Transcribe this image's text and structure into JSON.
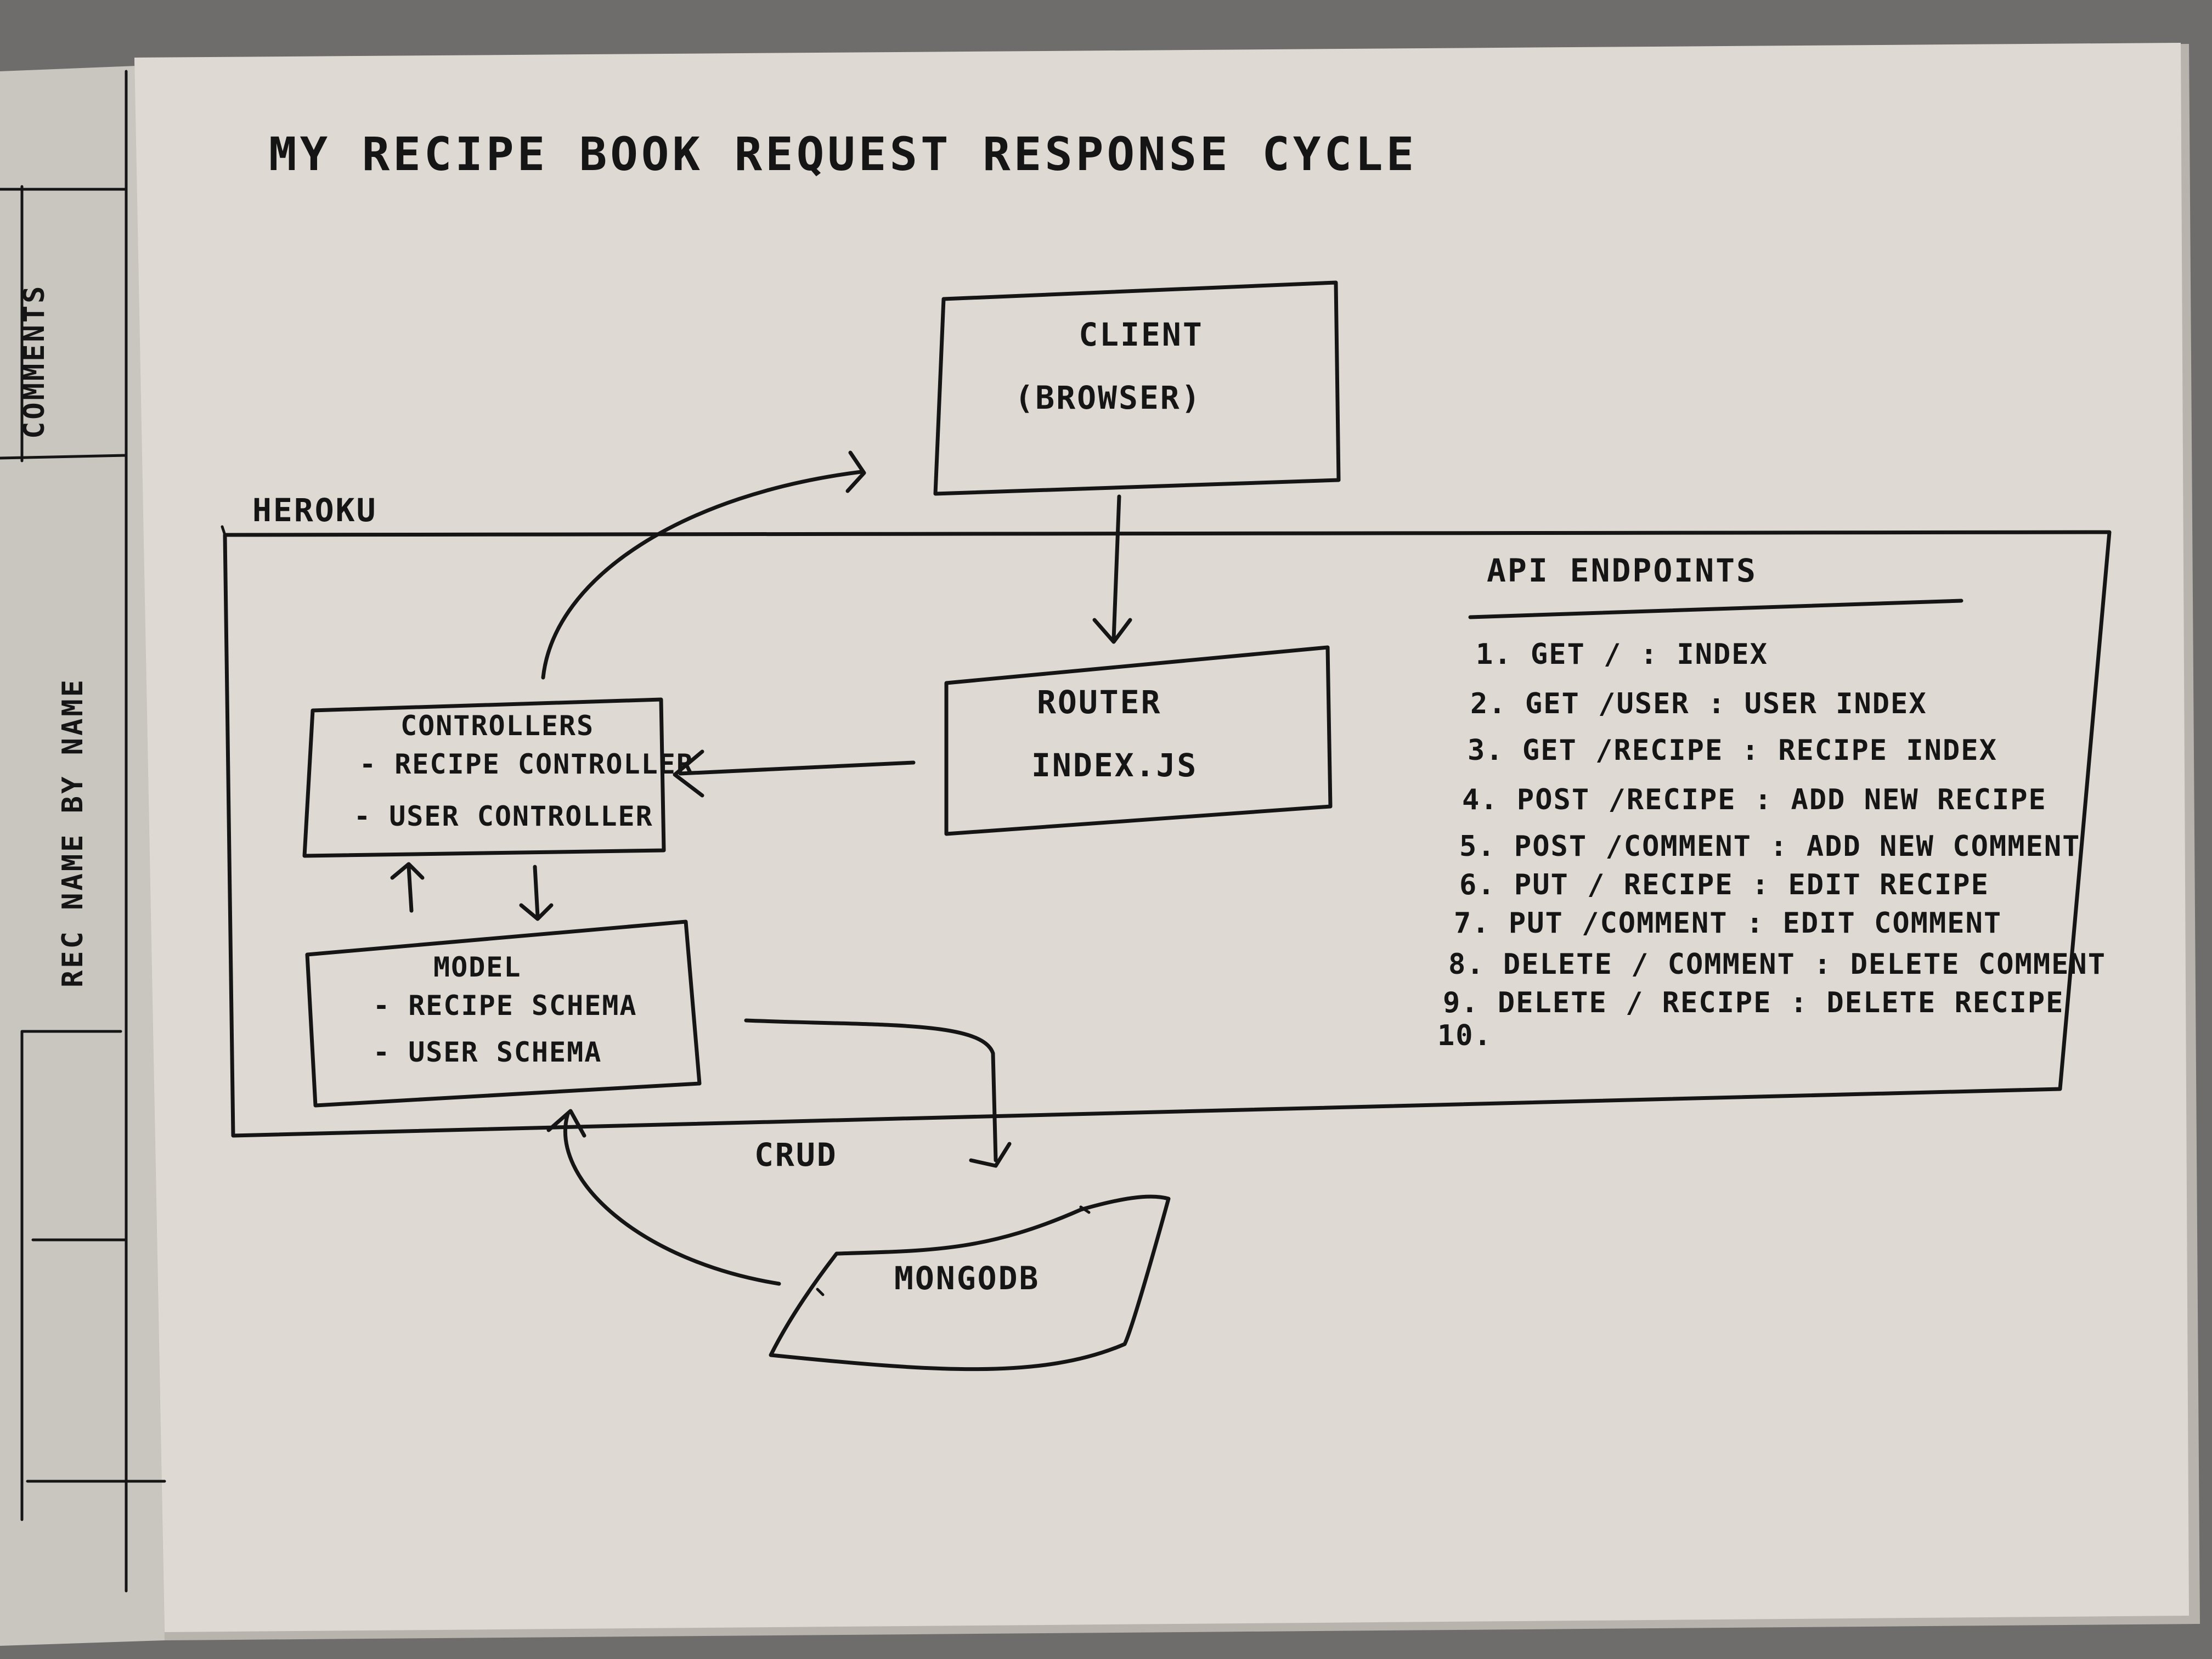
{
  "title": "MY RECIPE BOOK REQUEST RESPONSE CYCLE",
  "client": {
    "line1": "CLIENT",
    "line2": "(BROWSER)"
  },
  "heroku_label": "HEROKU",
  "router": {
    "line1": "ROUTER",
    "line2": "INDEX.JS"
  },
  "controllers": {
    "title": "CONTROLLERS",
    "items": [
      "- RECIPE CONTROLLER",
      "- USER CONTROLLER"
    ]
  },
  "model": {
    "title": "MODEL",
    "items": [
      "- RECIPE SCHEMA",
      "- USER SCHEMA"
    ]
  },
  "crud_label": "CRUD",
  "mongodb_label": "MONGODB",
  "api": {
    "title": "API ENDPOINTS",
    "endpoints": [
      "1. GET / : INDEX",
      "2. GET /USER : USER INDEX",
      "3. GET /RECIPE : RECIPE INDEX",
      "4. POST /RECIPE : ADD NEW RECIPE",
      "5. POST /COMMENT : ADD NEW COMMENT",
      "6. PUT / RECIPE : EDIT RECIPE",
      "7. PUT /COMMENT : EDIT COMMENT",
      "8. DELETE / COMMENT : DELETE COMMENT",
      "9. DELETE / RECIPE : DELETE RECIPE",
      "10."
    ]
  },
  "back_page": {
    "comments_label": "COMMENTS",
    "sort_label": "REC NAME BY NAME"
  }
}
